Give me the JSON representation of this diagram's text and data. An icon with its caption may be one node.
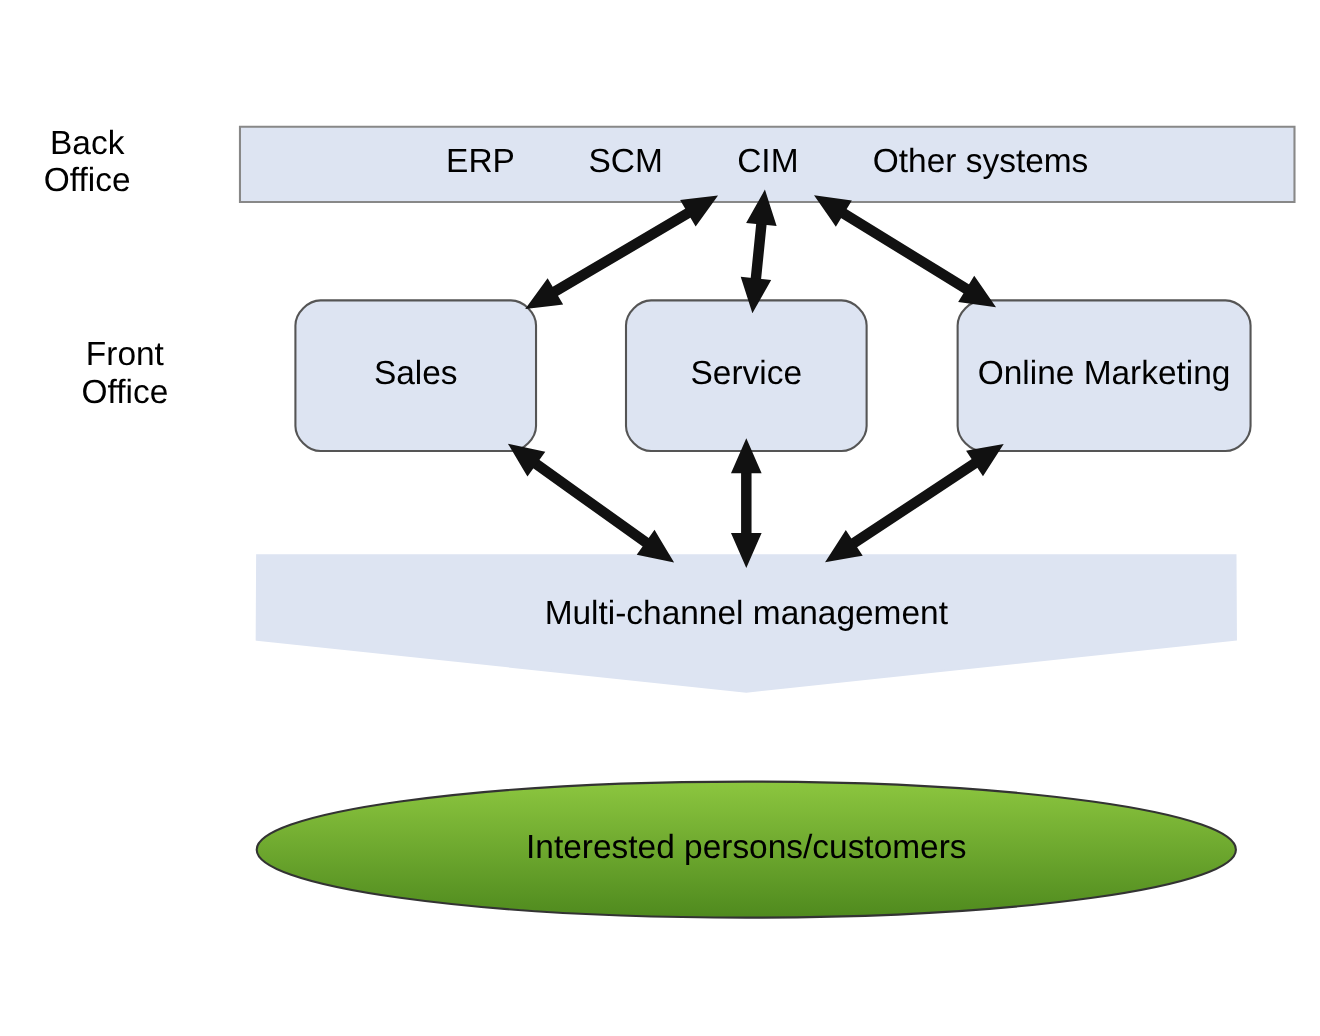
{
  "diagram": {
    "nodes": [
      {
        "text": [
          "ERP",
          "SCM",
          "CIM",
          "Other systems"
        ]
      },
      {
        "text": [
          "Sales"
        ]
      },
      {
        "text": [
          "Service"
        ]
      },
      {
        "text": [
          "Online Marketing"
        ]
      },
      {
        "text": [
          "Multi-channel management"
        ]
      },
      {
        "text": [
          "Interested persons/customers"
        ]
      }
    ],
    "edges": [
      {
        "from": 0,
        "to": 1,
        "arrow": "both"
      },
      {
        "from": 0,
        "to": 2,
        "arrow": "both"
      },
      {
        "from": 0,
        "to": 3,
        "arrow": "both"
      },
      {
        "from": 1,
        "to": 4,
        "arrow": "both"
      },
      {
        "from": 2,
        "to": 4,
        "arrow": "both"
      },
      {
        "from": 3,
        "to": 4,
        "arrow": "both"
      }
    ],
    "labels": [
      "Back Office",
      "Front Office"
    ]
  }
}
